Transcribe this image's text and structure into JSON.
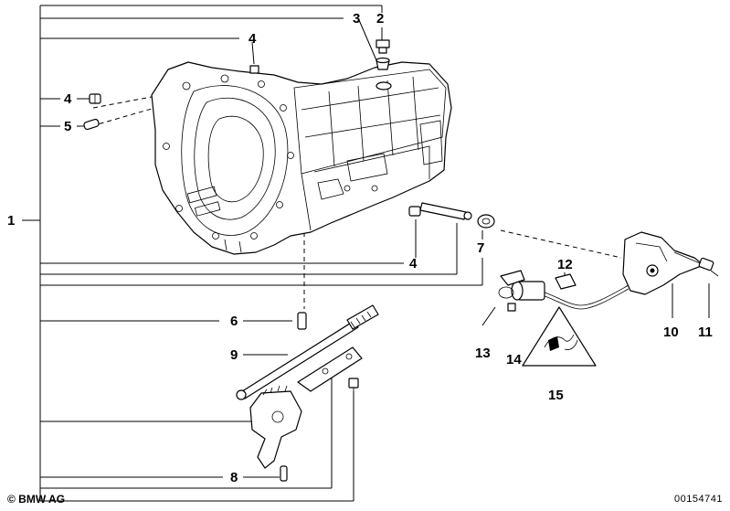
{
  "callouts": {
    "n1": "1",
    "n2": "2",
    "n3": "3",
    "n4a": "4",
    "n4b": "4",
    "n4c": "4",
    "n5": "5",
    "n6": "6",
    "n7": "7",
    "n8": "8",
    "n9": "9",
    "n10": "10",
    "n11": "11",
    "n12": "12",
    "n13": "13",
    "n14": "14",
    "n15": "15"
  },
  "footer": {
    "copyright": "© BMW AG",
    "document_number": "00154741"
  }
}
